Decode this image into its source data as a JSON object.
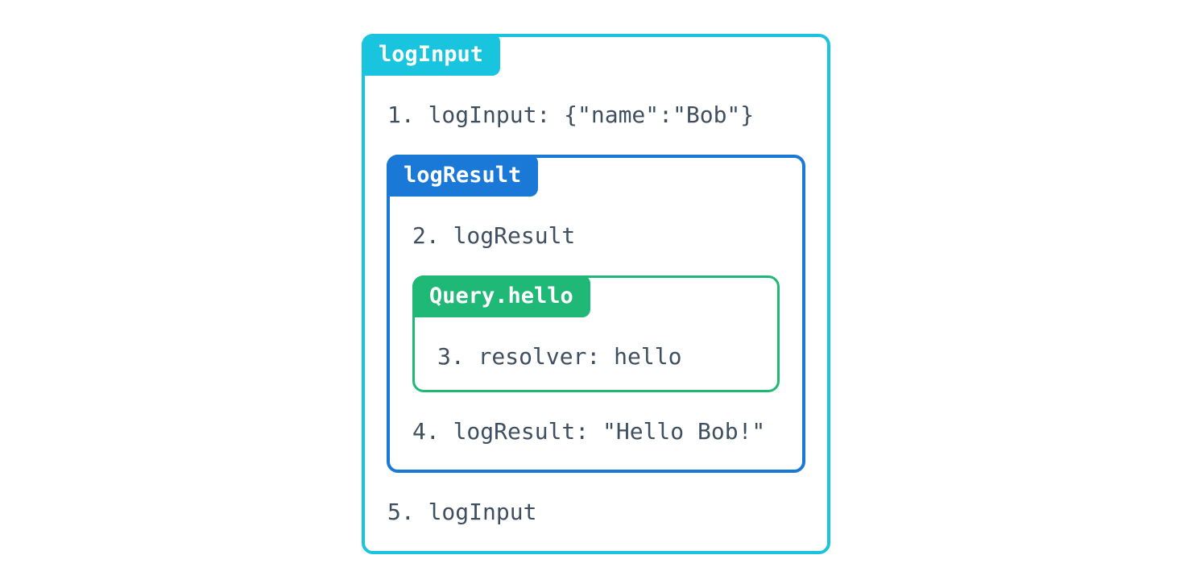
{
  "colors": {
    "outer_accent": "#19c5de",
    "middle_accent": "#1a78d6",
    "inner_accent": "#20b876",
    "text": "#3e4f60"
  },
  "diagram": {
    "outer_box": {
      "tab_label": "logInput",
      "step_1": "1. logInput: {\"name\":\"Bob\"}",
      "middle_box": {
        "tab_label": "logResult",
        "step_2": "2. logResult",
        "inner_box": {
          "tab_label": "Query.hello",
          "step_3": "3. resolver: hello"
        },
        "step_4": "4. logResult: \"Hello Bob!\""
      },
      "step_5": "5. logInput"
    }
  }
}
